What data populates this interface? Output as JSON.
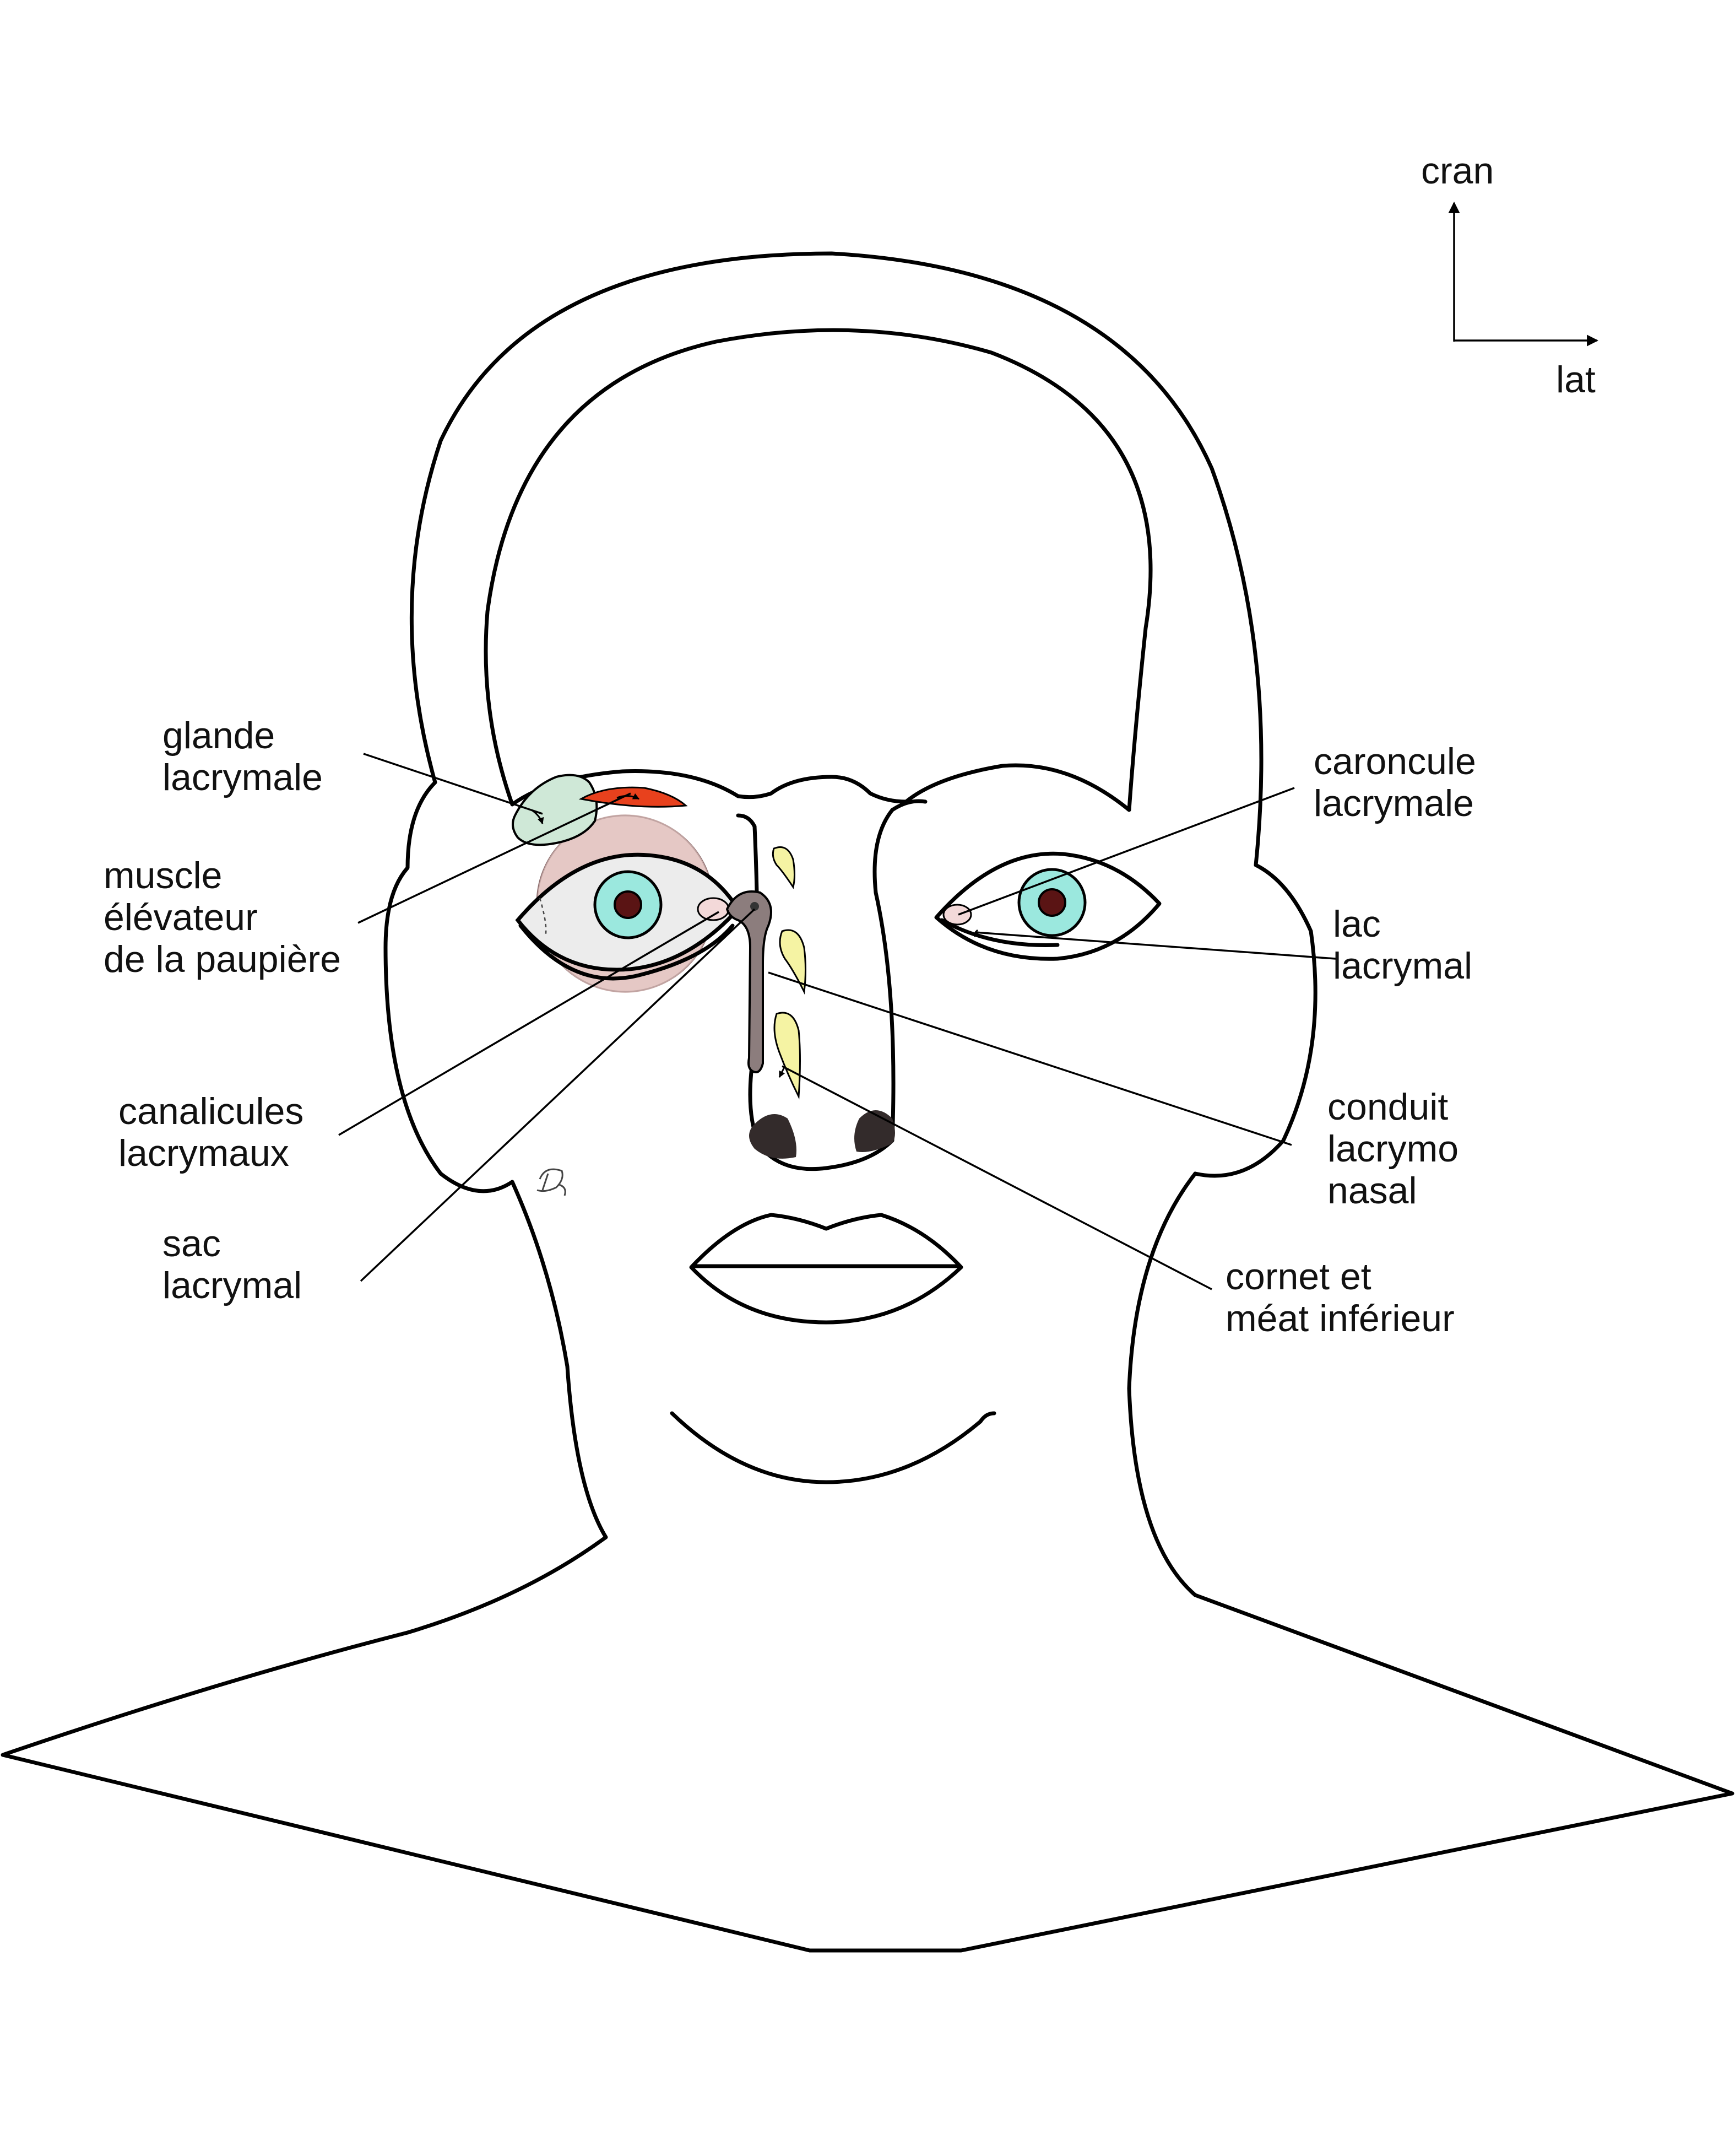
{
  "labels": {
    "glande_lacrymale": [
      "glande",
      "lacrymale"
    ],
    "muscle_elevateur": [
      "muscle",
      "élévateur",
      "de la paupière"
    ],
    "canalicules_lacrymaux": [
      "canalicules",
      "lacrymaux"
    ],
    "sac_lacrymal": [
      "sac",
      "lacrymal"
    ],
    "caroncule_lacrymale": [
      "caroncule",
      "lacrymale"
    ],
    "lac_lacrymal": [
      "lac",
      "lacrymal"
    ],
    "conduit_lacrymo_nasal": [
      "conduit",
      "lacrymo",
      "nasal"
    ],
    "cornet_meat_inferieur": [
      "cornet et",
      "méat inférieur"
    ]
  },
  "orientation": {
    "up": "cran",
    "right": "lat"
  },
  "colors": {
    "outline": "#000000",
    "gland": "#cfe8d7",
    "muscle": "#e8411d",
    "orbit": "#e3c4c1",
    "sclera": "#ececec",
    "iris": "#9be8de",
    "pupil": "#5a1414",
    "caruncle": "#f3d9d9",
    "duct": "#8c7d7d",
    "turbinate": "#f5f3a3",
    "nostril": "#332b2b"
  },
  "icons": [
    "orientation-arrows-icon",
    "signature-icon"
  ]
}
